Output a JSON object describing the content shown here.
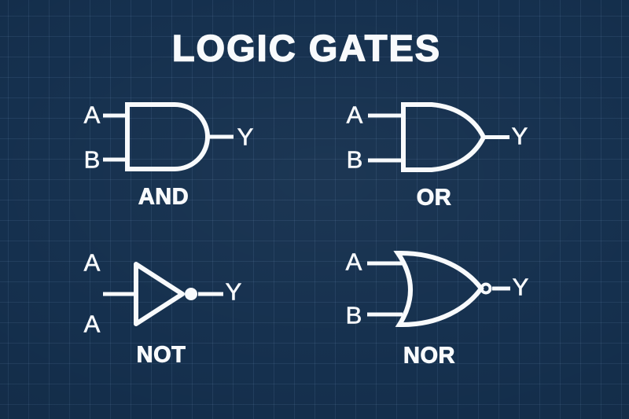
{
  "page": {
    "title": "LOGIC GATES"
  },
  "theme": {
    "background": "#15304e",
    "grid_line": "rgba(150,190,235,0.10)",
    "stroke": "#f8fafc",
    "text": "#f8fafc"
  },
  "gates": [
    {
      "id": "and",
      "name": "AND",
      "input_top": "A",
      "input_bottom": "B",
      "output": "Y"
    },
    {
      "id": "or",
      "name": "OR",
      "input_top": "A",
      "input_bottom": "B",
      "output": "Y"
    },
    {
      "id": "not",
      "name": "NOT",
      "input_top": "A",
      "input_bottom": "A",
      "output": "Y"
    },
    {
      "id": "nor",
      "name": "NOR",
      "input_top": "A",
      "input_bottom": "B",
      "output": "Y"
    }
  ]
}
